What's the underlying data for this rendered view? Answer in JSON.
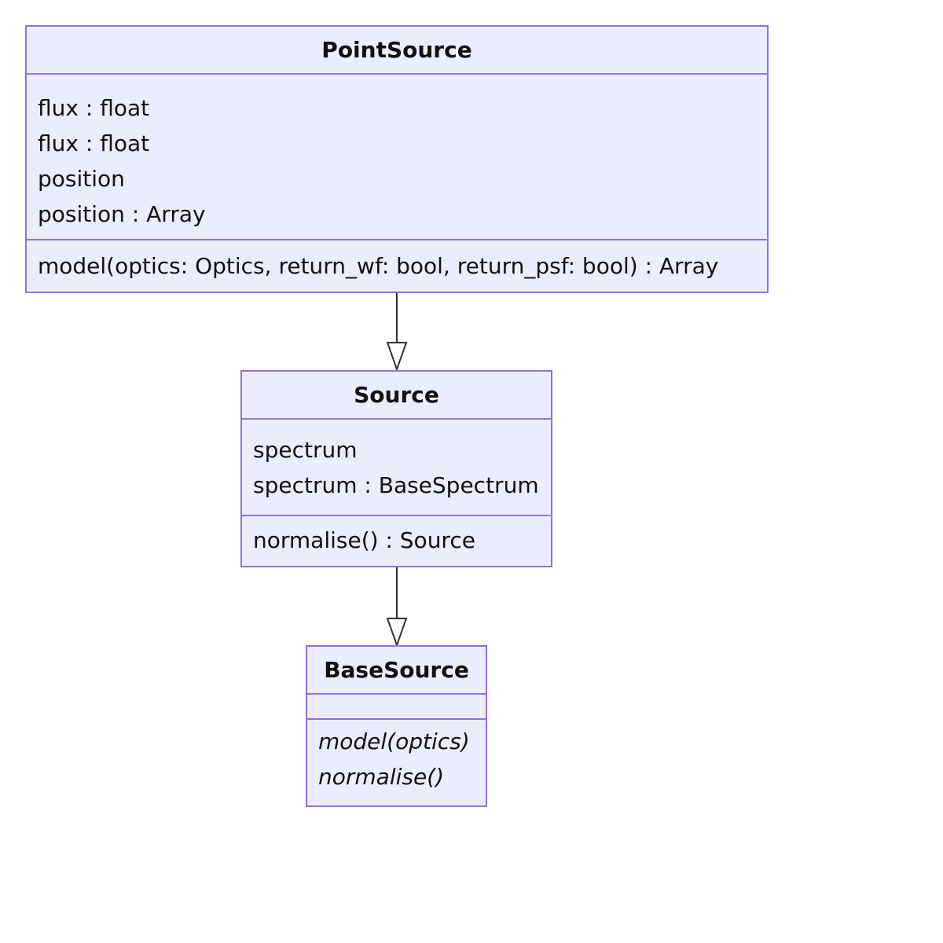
{
  "classes": {
    "point_source": {
      "name": "PointSource",
      "attributes": [
        "flux : float",
        "flux : float",
        "position",
        "position : Array"
      ],
      "methods": [
        "model(optics: Optics, return_wf: bool, return_psf: bool) : Array"
      ]
    },
    "source": {
      "name": "Source",
      "attributes": [
        "spectrum",
        "spectrum : BaseSpectrum"
      ],
      "methods": [
        "normalise() : Source"
      ]
    },
    "base_source": {
      "name": "BaseSource",
      "attributes": [],
      "methods": [
        "model(optics)",
        "normalise()"
      ]
    }
  },
  "relations": [
    {
      "from": "PointSource",
      "to": "Source",
      "type": "inheritance"
    },
    {
      "from": "Source",
      "to": "BaseSource",
      "type": "inheritance"
    }
  ],
  "colors": {
    "box_fill": "#ececff",
    "box_border": "#9370db",
    "edge": "#333333",
    "text": "#111111"
  }
}
